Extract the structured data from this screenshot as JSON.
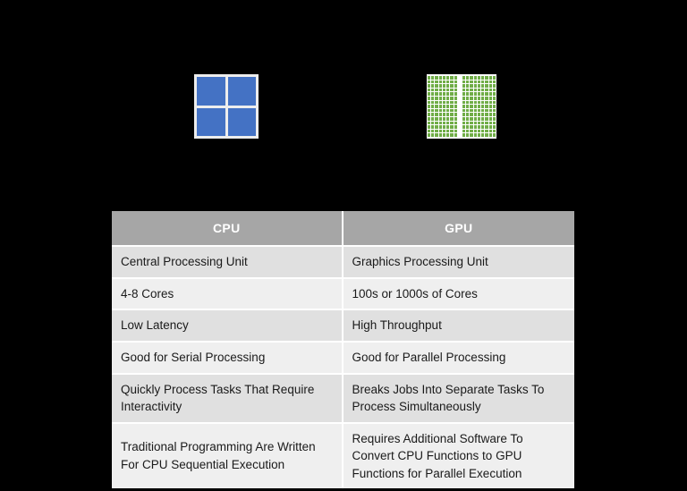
{
  "slide": {
    "background_color": "#000000",
    "accent_cpu_color": "#4472C4",
    "accent_gpu_color": "#70AD47",
    "header_color": "#A6A6A6",
    "row_dark_color": "#E0E0E0",
    "row_light_color": "#EFEFEF"
  },
  "icons": {
    "cpu": {
      "name": "cpu-icon",
      "cell_count": 4,
      "columns": 2,
      "rows": 2,
      "color": "#4472C4"
    },
    "gpu": {
      "name": "gpu-icon",
      "columns": 17,
      "rows": 15,
      "color": "#70AD47"
    }
  },
  "table": {
    "headers": [
      "CPU",
      "GPU"
    ],
    "rows": [
      [
        "Central Processing Unit",
        "Graphics Processing Unit"
      ],
      [
        "4-8 Cores",
        "100s or 1000s of Cores"
      ],
      [
        "Low Latency",
        "High Throughput"
      ],
      [
        "Good for Serial Processing",
        "Good for Parallel Processing"
      ],
      [
        "Quickly Process Tasks That Require Interactivity",
        "Breaks Jobs Into Separate Tasks To Process Simultaneously"
      ],
      [
        "Traditional Programming Are Written For CPU Sequential Execution",
        "Requires Additional Software To Convert CPU Functions to GPU Functions for Parallel Execution"
      ]
    ]
  }
}
